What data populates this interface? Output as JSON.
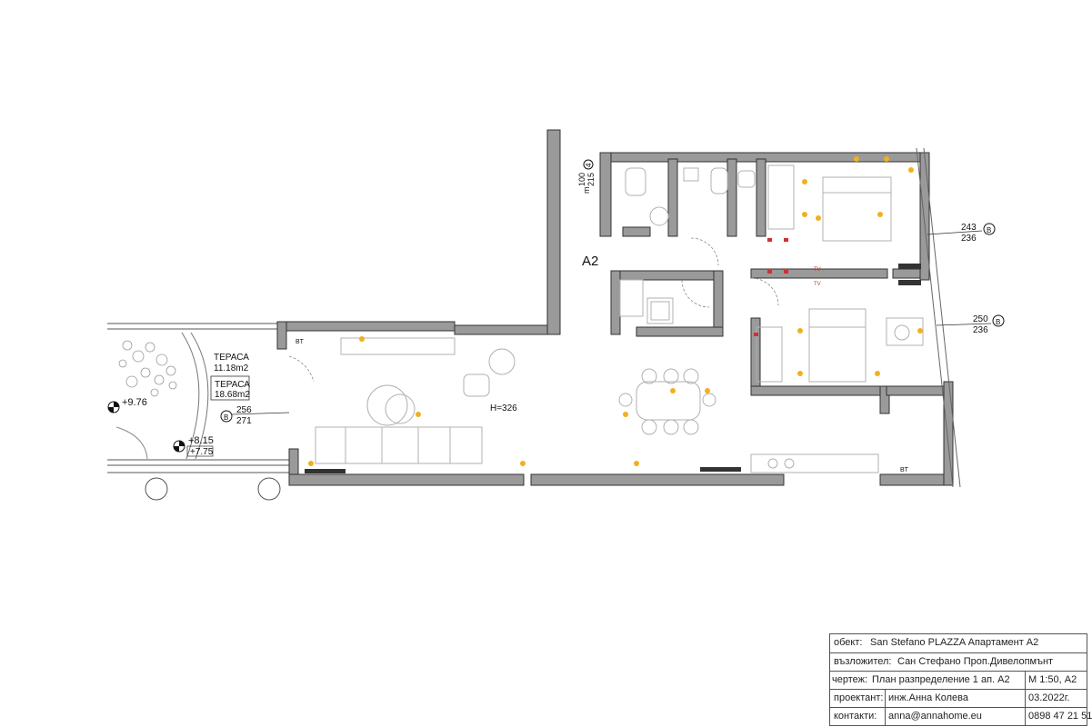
{
  "plan": {
    "apartment_label": "A2",
    "height_label": "H=326",
    "terrace": {
      "name_1": "ТЕРАСА",
      "area_1": "11.18m2",
      "name_2": "ТЕРАСА",
      "area_2": "18.68m2"
    },
    "levels": {
      "top": "+9.76",
      "bottom_1": "+8.15",
      "bottom_2": "+7.75"
    },
    "window_tags": [
      {
        "letter": "B",
        "top": "243",
        "bottom": "236"
      },
      {
        "letter": "B",
        "top": "250",
        "bottom": "236"
      },
      {
        "letter": "B",
        "top": "256",
        "bottom": "271"
      }
    ],
    "door_tag": {
      "number": "4",
      "top": "100",
      "bottom": "215",
      "prefix": "m"
    },
    "small_labels": {
      "bt_left": "BT",
      "bt_right": "BT",
      "tv_1": "TV",
      "tv_2": "TV"
    }
  },
  "title_block": {
    "object_label": "обект:",
    "object_value": "San Stefano PLAZZA   Апартамент А2",
    "client_label": "възложител:",
    "client_value": "Сан Стефано Проп.Дивелопмънт",
    "drawing_label": "чертеж:",
    "drawing_value": "План разпределение  1 ап. А2",
    "scale": "М 1:50, А2",
    "designer_label": "проектант:",
    "designer_value": "инж.Анна Колева",
    "date": "03.2022г.",
    "contacts_label": "контакти:",
    "email": "anna@annahome.eu",
    "phone": "0898 47 21 51"
  },
  "colors": {
    "wall": "#9a9a9a",
    "wall_stroke": "#333333",
    "furniture": "#b0b0b0",
    "light": "#f2b01e",
    "accent_red": "#d0302a"
  }
}
